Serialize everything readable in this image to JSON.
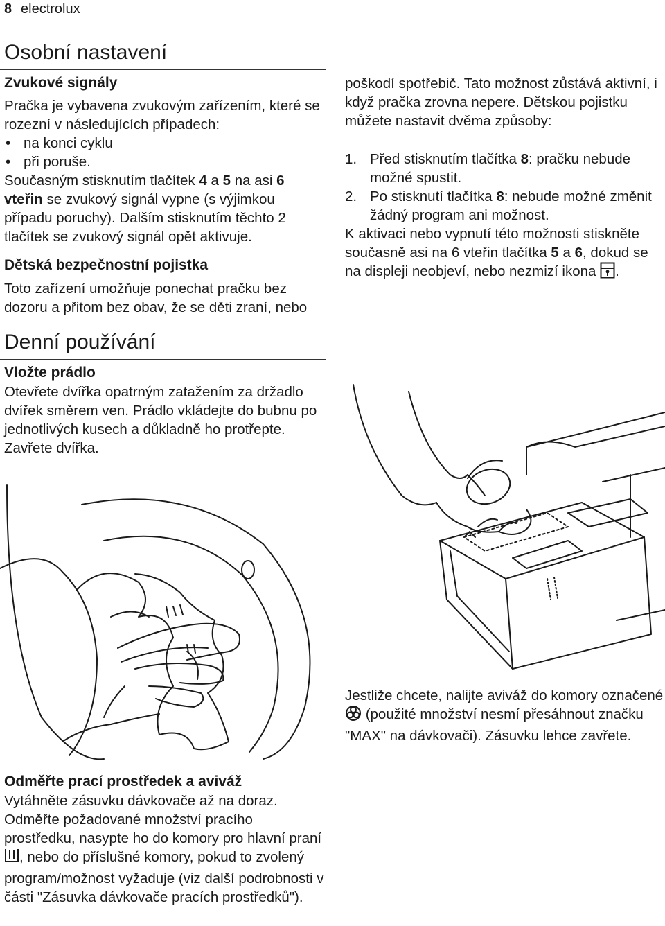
{
  "header": {
    "page_number": "8",
    "brand": "electrolux"
  },
  "section1": {
    "title": "Osobní nastavení",
    "sound": {
      "heading": "Zvukové signály",
      "intro": "Pračka je vybavena zvukovým zařízením, které se rozezní v následujících případech:",
      "bullets": [
        "na konci cyklu",
        "při poruše."
      ],
      "p1_a": "Současným stisknutím tlačítek ",
      "p1_b1": "4",
      "p1_c": " a ",
      "p1_b2": "5",
      "p1_d": " na asi ",
      "p1_b3": "6 vteřin",
      "p1_e": " se zvukový signál vypne (s výjimkou případu poruchy). Dalším stisknutím těchto 2 tlačítek se zvukový signál opět aktivuje."
    },
    "child": {
      "heading": "Dětská bezpečnostní pojistka",
      "p1": "Toto zařízení umožňuje ponechat pračku bez dozoru a přitom bez obav, že se děti zraní, nebo poškodí spotřebič. Tato možnost zůstává aktivní, i když pračka zrovna nepere. Dětskou pojistku můžete nastavit dvěma způsoby:",
      "item1_num": "1.",
      "item1_a": "Před stisknutím tlačítka ",
      "item1_b": "8",
      "item1_c": ": pračku nebude možné spustit.",
      "item2_num": "2.",
      "item2_a": "Po stisknutí tlačítka ",
      "item2_b": "8",
      "item2_c": ": nebude možné změnit žádný program ani možnost.",
      "p2_a": "K aktivaci nebo vypnutí této možnosti stiskněte současně asi na 6 vteřin tlačítka ",
      "p2_b1": "5",
      "p2_c": " a ",
      "p2_b2": "6",
      "p2_d": ", dokud se na displeji neobjeví, nebo nezmizí ikona",
      "p2_e": ".",
      "icon": "child-lock-icon"
    }
  },
  "section2": {
    "title": "Denní používání",
    "load": {
      "heading": "Vložte prádlo",
      "text": "Otevřete dvířka opatrným zatažením za držadlo dvířek směrem ven. Prádlo vkládejte do bubnu po jednotlivých kusech a důkladně ho protřepte. Zavřete dvířka."
    },
    "softener": {
      "text_a": "Jestliže chcete, nalijte aviváž do komory označené",
      "text_b": " (použité množství nesmí přesáhnout značku \"MAX\" na dávkovači). Zásuvku lehce zavřete.",
      "icon": "softener-flower-icon"
    },
    "measure": {
      "heading": "Odměřte prací prostředek a aviváž",
      "text_a": "Vytáhněte zásuvku dávkovače až na doraz. Odměřte požadované množství pracího prostředku, nasypte ho do komory pro hlavní praní",
      "text_b": ", nebo do příslušné komory, pokud to zvolený program/možnost vyžaduje (viz další podrobnosti v části \"Zásuvka dávkovače pracích prostředků\").",
      "icon": "main-wash-compartment-icon"
    }
  },
  "illustrations": {
    "left": "washing-machine-drum-loading-illustration",
    "right": "detergent-drawer-filling-illustration"
  }
}
